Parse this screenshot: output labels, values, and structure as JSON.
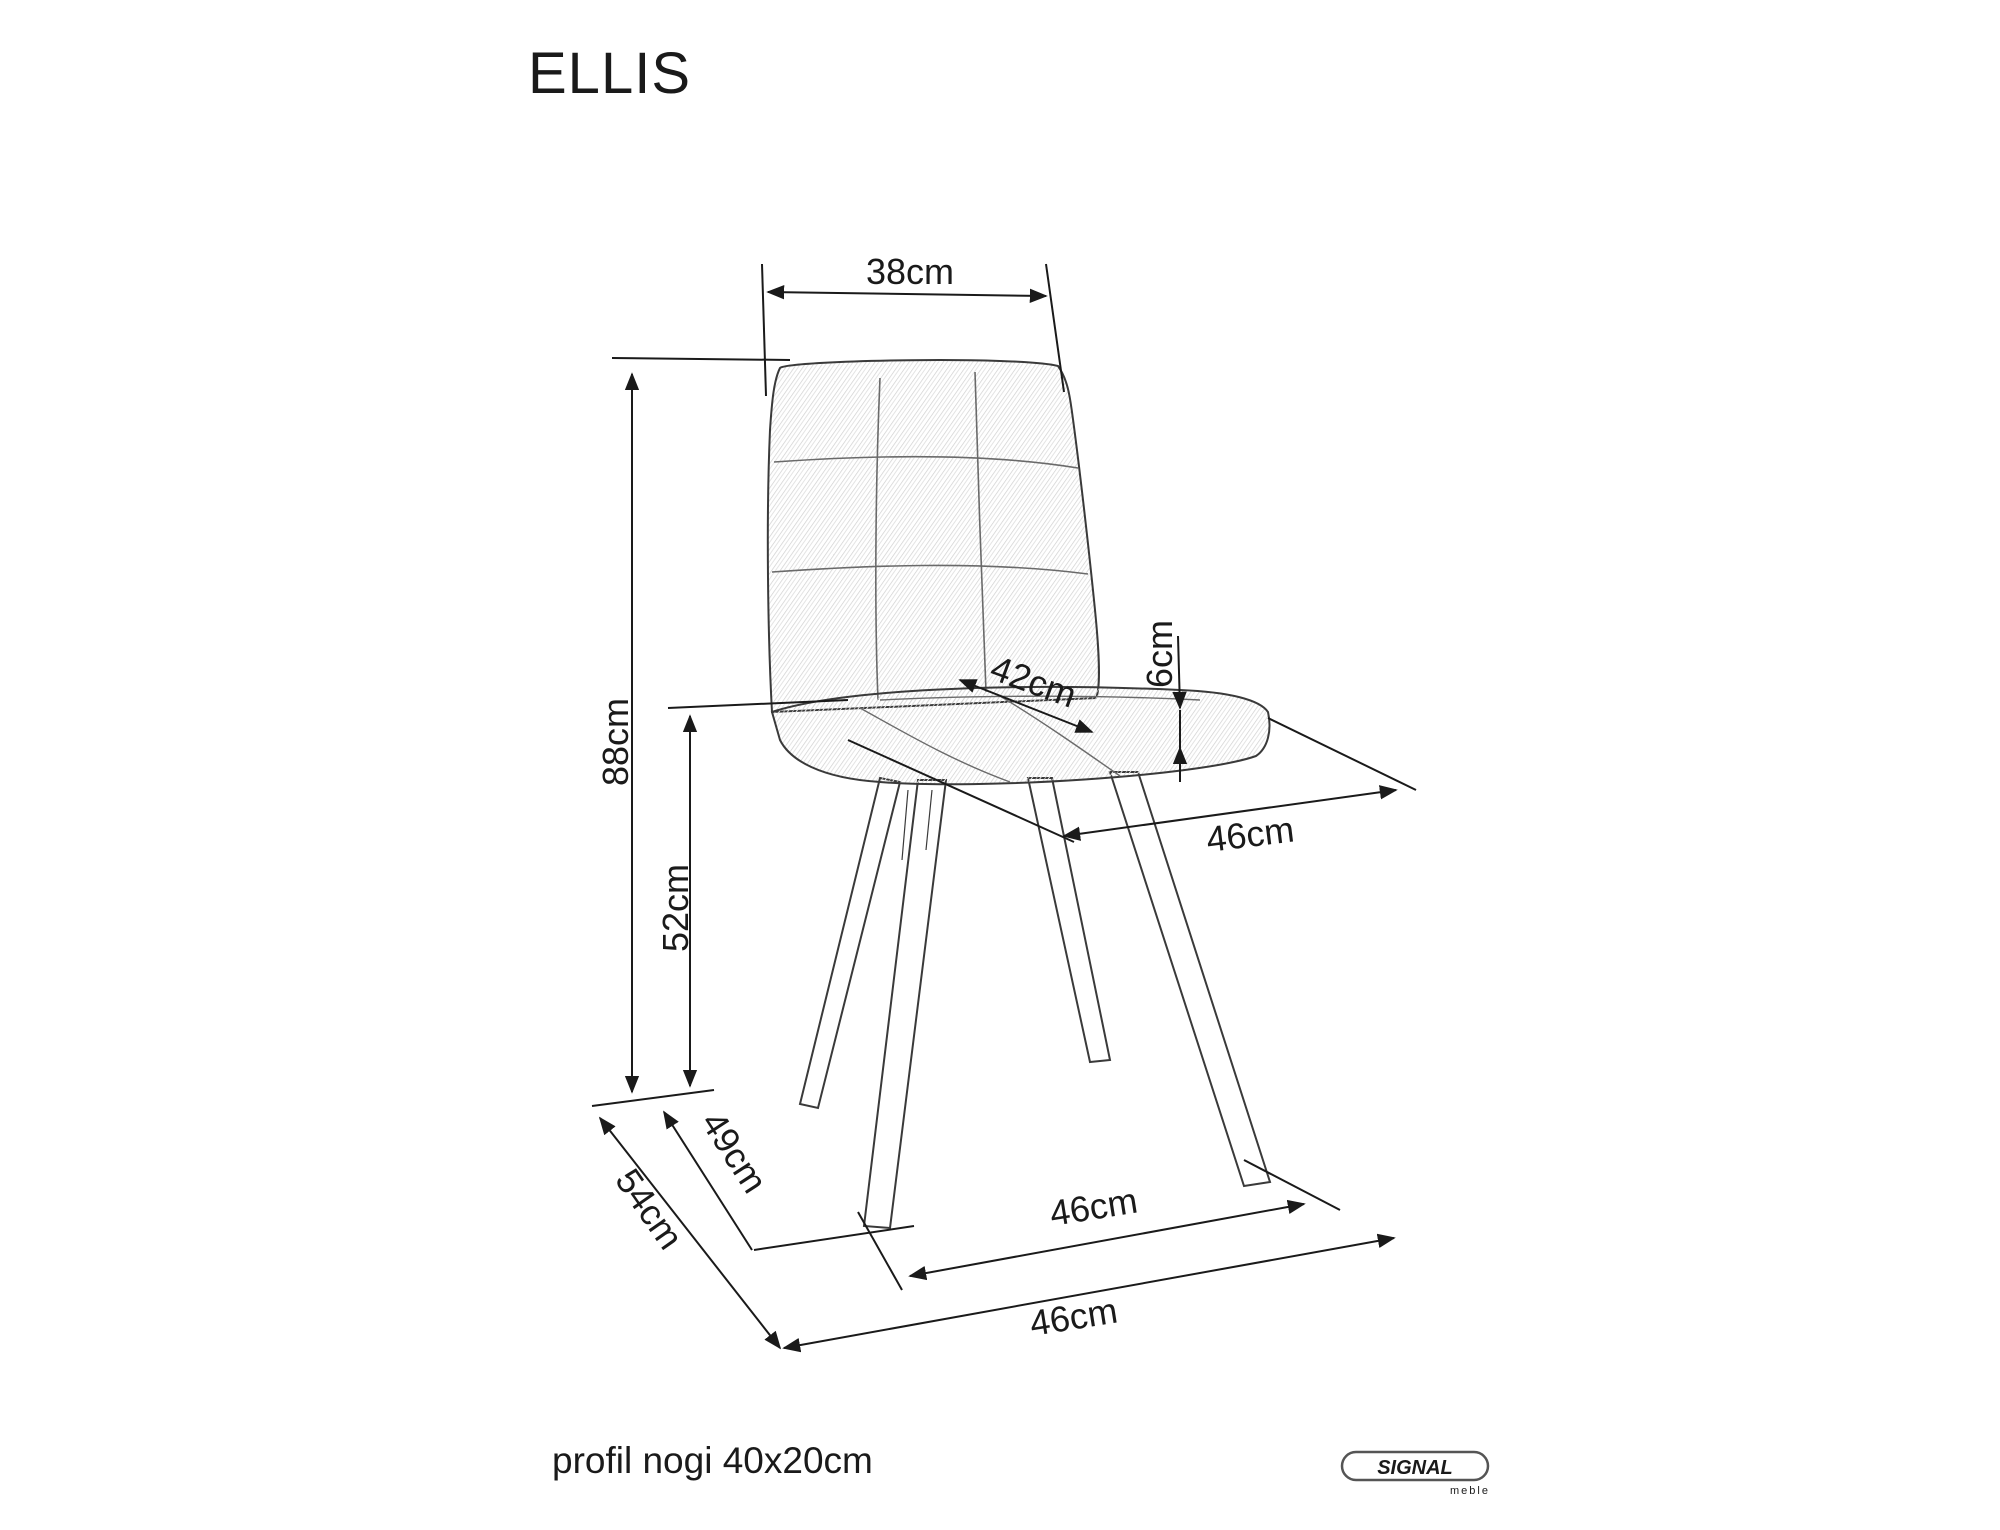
{
  "product": {
    "name": "ELLIS"
  },
  "dimensions": {
    "backrest_width": "38cm",
    "total_height": "88cm",
    "seat_height": "52cm",
    "seat_depth": "42cm",
    "seat_thickness": "6cm",
    "seat_width": "46cm",
    "leg_depth": "49cm",
    "overall_depth": "54cm",
    "leg_width": "46cm",
    "overall_width": "46cm"
  },
  "footnote": "profil nogi 40x20cm",
  "brand": {
    "logo_text": "SIGNAL",
    "sub_text": "meble"
  },
  "colors": {
    "line": "#1a1a1a",
    "chair_outline": "#3a3a3a",
    "fabric_texture": "#bdbdbd",
    "background": "#ffffff"
  }
}
